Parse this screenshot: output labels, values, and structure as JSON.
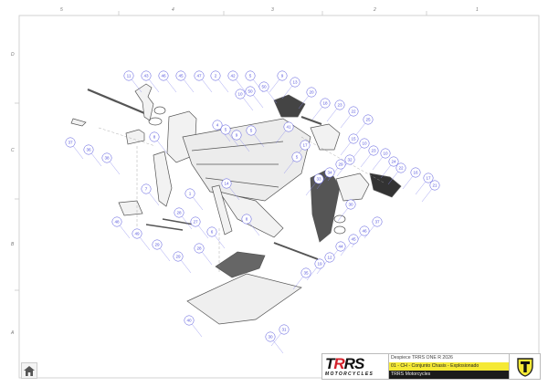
{
  "sheet": {
    "column_labels": [
      "5",
      "4",
      "3",
      "2",
      "1"
    ],
    "row_labels": [
      "D",
      "C",
      "B",
      "A"
    ]
  },
  "balloons": [
    "11",
    "43",
    "46",
    "45",
    "47",
    "2",
    "42",
    "5",
    "9",
    "13",
    "10",
    "50",
    "50",
    "20",
    "18",
    "23",
    "22",
    "25",
    "15",
    "10",
    "41",
    "17",
    "5",
    "32",
    "29",
    "34",
    "33",
    "23",
    "10",
    "24",
    "22",
    "16",
    "17",
    "21",
    "30",
    "37",
    "46",
    "45",
    "44",
    "12",
    "19",
    "37",
    "36",
    "38",
    "8",
    "4",
    "5",
    "9",
    "5",
    "7",
    "1",
    "14",
    "8",
    "6",
    "48",
    "49",
    "29",
    "28",
    "27",
    "28",
    "29",
    "35",
    "40",
    "30",
    "31",
    "31"
  ],
  "title_block": {
    "brand_logo": "TRRS",
    "brand_sub": "MOTORCYCLES",
    "title": "Despiece TRRS ONE R 2026",
    "subtitle": "01 - CH - Conjunto Chasis - Explosionado",
    "company": "TRRS Motorcycles"
  },
  "colors": {
    "balloon": "#5555dd",
    "highlight": "#f5e935",
    "brand_red": "#d3202a"
  },
  "home_button": {
    "icon": "home-icon"
  }
}
